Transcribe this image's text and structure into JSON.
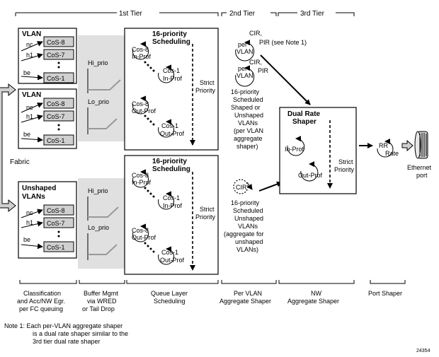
{
  "tiers": {
    "tier1": "1st Tier",
    "tier2": "2nd Tier",
    "tier3": "3rd Tier"
  },
  "vlan_groups": [
    {
      "title": "VLAN",
      "inputs": [
        "nc",
        "h1",
        "be"
      ],
      "queues": [
        "CoS-8",
        "CoS-7",
        "CoS-1"
      ]
    },
    {
      "title": "VLAN",
      "inputs": [
        "nc",
        "h1",
        "be"
      ],
      "queues": [
        "CoS-8",
        "CoS-7",
        "CoS-1"
      ]
    },
    {
      "title_line1": "Unshaped",
      "title_line2": "VLANs",
      "inputs": [
        "nc",
        "h1",
        "be"
      ],
      "queues": [
        "CoS-8",
        "CoS-7",
        "CoS-1"
      ]
    }
  ],
  "fabric_label": "Fabric",
  "buffer": {
    "top": {
      "hi": "Hi_prio",
      "lo": "Lo_prio"
    },
    "bottom": {
      "hi": "Hi_prio",
      "lo": "Lo_prio"
    }
  },
  "scheduler_top": {
    "title1": "16-priority",
    "title2": "Scheduling",
    "q1": [
      "Cos-8",
      "In-Prof"
    ],
    "q2": [
      "Cos-1",
      "In-Prof"
    ],
    "q3": [
      "Cos-8",
      "Out-Prof"
    ],
    "q4": [
      "Cos-1",
      "Out-Prof"
    ],
    "strict": [
      "Strict",
      "Priority"
    ]
  },
  "scheduler_bottom": {
    "title1": "16-priority",
    "title2": "Scheduling",
    "q1": [
      "Cos-8",
      "In-Prof"
    ],
    "q2": [
      "Cos-1",
      "In-Prof"
    ],
    "q3": [
      "Cos-8",
      "Out-Prof"
    ],
    "q4": [
      "Cos-1",
      "Out-Prof"
    ],
    "strict": [
      "Strict",
      "Priority"
    ]
  },
  "tier2": {
    "shaper1": {
      "per": "per",
      "vlan": "VLAN",
      "cir": "CIR,",
      "pir": "PIR (see Note 1)"
    },
    "shaper2": {
      "per": "per",
      "vlan": "VLAN",
      "cir": "CIR,",
      "pir": "PIR"
    },
    "desc_shaped": [
      "16-priority",
      "Scheduled",
      "Shaped or",
      "Unshaped",
      "VLANs",
      "(per VLAN",
      "aggregate",
      "shaper)"
    ],
    "cir_unshaped": "CIR",
    "desc_unshaped": [
      "16-priority",
      "Scheduled",
      "Unshaped",
      "VLANs",
      "(aggregate for",
      "unshaped",
      "VLANs)"
    ]
  },
  "dual_rate": {
    "title1": "Dual Rate",
    "title2": "Shaper",
    "in_prof": "In-Prof",
    "out_prof": "Out-Prof",
    "strict": [
      "Strict",
      "Priority"
    ]
  },
  "port": {
    "rr": "RR",
    "rate": "Rate",
    "eth1": "Ethernet",
    "eth2": "port"
  },
  "stages": {
    "classification": [
      "Classification",
      "and Acc/NW Egr.",
      "per FC queuing"
    ],
    "buffer": [
      "Buffer Mgmt",
      "via WRED",
      "or Tail Drop"
    ],
    "queue": [
      "Queue Layer",
      "Scheduling"
    ],
    "per_vlan": [
      "Per VLAN",
      "Aggregate Shaper"
    ],
    "nw": [
      "NW",
      "Aggregate Shaper"
    ],
    "port": [
      "Port Shaper"
    ]
  },
  "note": [
    "Note 1: Each per-VLAN aggregate shaper",
    "is a dual rate shaper similar to the",
    "3rd tier dual rate shaper"
  ],
  "figure_id": "24354"
}
